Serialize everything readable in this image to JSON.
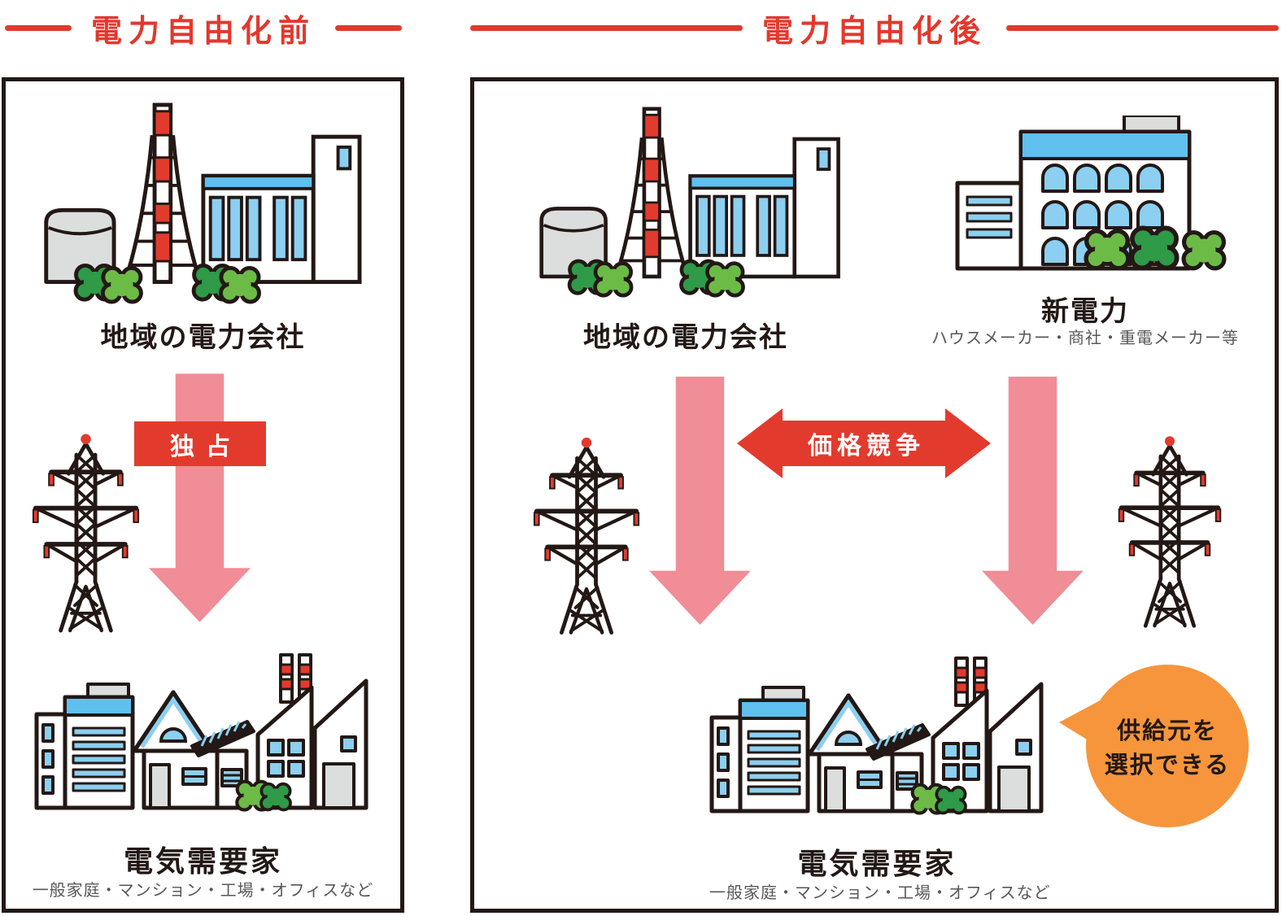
{
  "titles": {
    "before": "電力自由化前",
    "after": "電力自由化後"
  },
  "panel_before": {
    "supplier_label": "地域の電力会社",
    "monopoly_label": "独占",
    "consumer_label": "電気需要家",
    "consumer_sublabel": "一般家庭・マンション・工場・オフィスなど"
  },
  "panel_after": {
    "regional_label": "地域の電力会社",
    "new_power_label": "新電力",
    "new_power_sublabel": "ハウスメーカー・商社・重電メーカー等",
    "competition_label": "価格競争",
    "consumer_label": "電気需要家",
    "consumer_sublabel": "一般家庭・マンション・工場・オフィスなど",
    "bubble_line1": "供給元を",
    "bubble_line2": "選択できる"
  },
  "colors": {
    "accent_red": "#E3382D",
    "arrow_pink": "#F08D97",
    "band_blue": "#5FC0EE",
    "window_blue": "#8CCFF0",
    "outline_dark": "#231815",
    "bush_green_dark": "#2F9A47",
    "bush_green_light": "#6CBB47",
    "gray_fill": "#DCDDDD",
    "bubble_orange": "#F6953C",
    "sub_text_gray": "#595757"
  },
  "icons": {
    "power_plant": "power-plant-icon",
    "transmission_tower": "transmission-tower-icon",
    "city_buildings": "city-buildings-icon",
    "new_power_building": "new-power-building-icon",
    "down_arrow": "down-arrow-icon",
    "double_arrow": "double-arrow-icon",
    "speech_bubble": "speech-bubble-icon"
  }
}
